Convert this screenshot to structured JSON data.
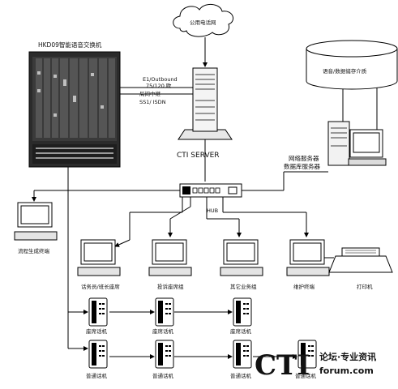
{
  "pbx": {
    "title": "HKD09智能语音交换机"
  },
  "cloud": {
    "label": "公用电话网"
  },
  "trunk": {
    "line1": "E1/Outbound",
    "line2": "75/120 欧",
    "line3": "局间中继",
    "line4": "SS1/ ISDN"
  },
  "cti_server": {
    "label": "CTI SERVER"
  },
  "database": {
    "label": "语音/数据储存介质"
  },
  "servers": {
    "line1": "网络服务器",
    "line2": "数据库服务器"
  },
  "hub": {
    "label": "HUB"
  },
  "flow_terminal": {
    "label": "流程生成终端"
  },
  "workstations": [
    {
      "label": "话务员/班长座席"
    },
    {
      "label": "投诉座席组"
    },
    {
      "label": "其它业务组"
    },
    {
      "label": "维护终端"
    }
  ],
  "printer": {
    "label": "打印机"
  },
  "agent_phones": [
    {
      "label": "座席话机"
    },
    {
      "label": "座席话机"
    },
    {
      "label": "座席话机"
    }
  ],
  "regular_phones": [
    {
      "label": "普通话机"
    },
    {
      "label": "普通话机"
    },
    {
      "label": "普通话机"
    },
    {
      "label": "普通话机"
    }
  ],
  "watermark": {
    "logo": "CTI",
    "line1": "论坛·专业资讯",
    "line2": "forum.com"
  }
}
